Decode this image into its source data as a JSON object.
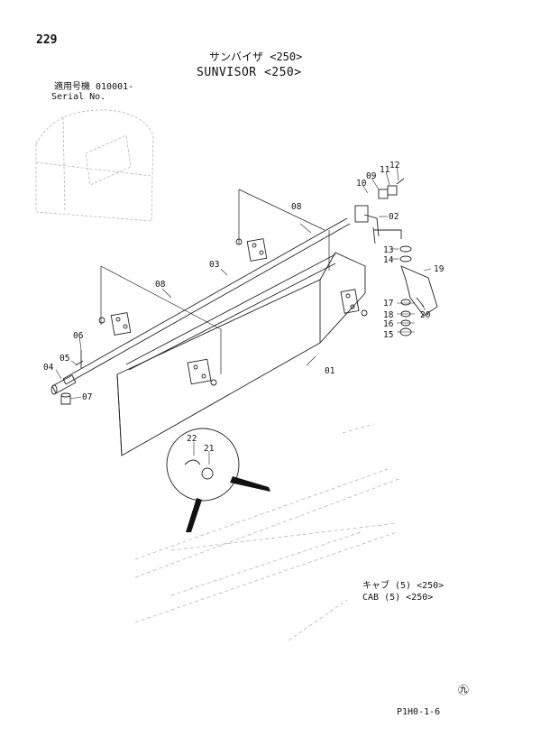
{
  "page": {
    "number": "229",
    "title_jp": "サンバイザ <250>",
    "title_en": "SUNVISOR <250>",
    "serial_label_jp": "適用号機 010001-",
    "serial_label_en": "Serial No.",
    "cab_ref_jp": "キャブ (5) <250>",
    "cab_ref_en": "CAB (5) <250>",
    "doc_code": "P1H0-1-6",
    "mark": "㊈"
  },
  "callouts": {
    "p01": "01",
    "p02": "02",
    "p03": "03",
    "p04": "04",
    "p05": "05",
    "p06": "06",
    "p07": "07",
    "p08a": "08",
    "p08b": "08",
    "p09": "09",
    "p10": "10",
    "p11": "11",
    "p12": "12",
    "p13": "13",
    "p14": "14",
    "p15": "15",
    "p16": "16",
    "p17": "17",
    "p18": "18",
    "p19": "19",
    "p20": "20",
    "p21": "21",
    "p22": "22"
  }
}
